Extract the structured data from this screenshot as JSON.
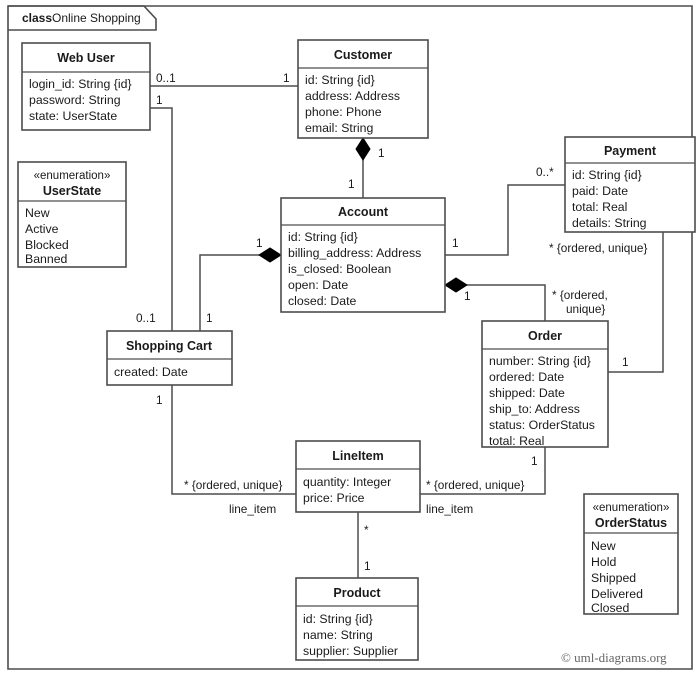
{
  "frame": {
    "keyword": "class",
    "name": "Online Shopping"
  },
  "credit": "© uml-diagrams.org",
  "classes": {
    "web_user": {
      "name": "Web User",
      "attributes": [
        "login_id: String {id}",
        "password: String",
        "state: UserState"
      ]
    },
    "customer": {
      "name": "Customer",
      "attributes": [
        "id: String {id}",
        "address: Address",
        "phone: Phone",
        "email: String"
      ]
    },
    "payment": {
      "name": "Payment",
      "attributes": [
        "id: String {id}",
        "paid: Date",
        "total: Real",
        "details: String"
      ]
    },
    "account": {
      "name": "Account",
      "attributes": [
        "id: String {id}",
        "billing_address: Address",
        "is_closed: Boolean",
        "open: Date",
        "closed: Date"
      ]
    },
    "shopping_cart": {
      "name": "Shopping Cart",
      "attributes": [
        "created: Date"
      ]
    },
    "order": {
      "name": "Order",
      "attributes": [
        "number: String {id}",
        "ordered: Date",
        "shipped: Date",
        "ship_to: Address",
        "status: OrderStatus",
        "total: Real"
      ]
    },
    "line_item": {
      "name": "LineItem",
      "attributes": [
        "quantity: Integer",
        "price: Price"
      ]
    },
    "product": {
      "name": "Product",
      "attributes": [
        "id: String {id}",
        "name: String",
        "supplier: Supplier"
      ]
    }
  },
  "enumerations": {
    "user_state": {
      "stereotype": "«enumeration»",
      "name": "UserState",
      "literals": [
        "New",
        "Active",
        "Blocked",
        "Banned"
      ]
    },
    "order_status": {
      "stereotype": "«enumeration»",
      "name": "OrderStatus",
      "literals": [
        "New",
        "Hold",
        "Shipped",
        "Delivered",
        "Closed"
      ]
    }
  },
  "associations": {
    "webuser_customer": {
      "source_multiplicity": "0..1",
      "target_multiplicity": "1"
    },
    "webuser_cart": {
      "source_multiplicity": "1",
      "target_multiplicity": "0..1"
    },
    "customer_account": {
      "source_multiplicity": "1",
      "target_multiplicity": "1"
    },
    "account_cart": {
      "source_multiplicity": "1",
      "target_multiplicity": "1"
    },
    "account_payment": {
      "source_multiplicity": "1",
      "target_multiplicity": "0..*"
    },
    "account_order": {
      "source_multiplicity": "1",
      "target_multiplicity": "* {ordered,",
      "target_multiplicity_line2": "unique}"
    },
    "order_payment": {
      "source_multiplicity": "1",
      "target_multiplicity": "* {ordered, unique}"
    },
    "cart_lineitem": {
      "source_multiplicity": "1",
      "target_multiplicity": "* {ordered, unique}",
      "role": "line_item"
    },
    "order_lineitem": {
      "source_multiplicity": "1",
      "target_multiplicity": "* {ordered, unique}",
      "role": "line_item"
    },
    "lineitem_product": {
      "source_multiplicity": "*",
      "target_multiplicity": "1"
    }
  },
  "colors": {
    "box_stroke": "#4d4d4d",
    "line": "#4d4d4d",
    "text": "#1a1a1a",
    "background": "#ffffff",
    "credit": "#666666"
  }
}
